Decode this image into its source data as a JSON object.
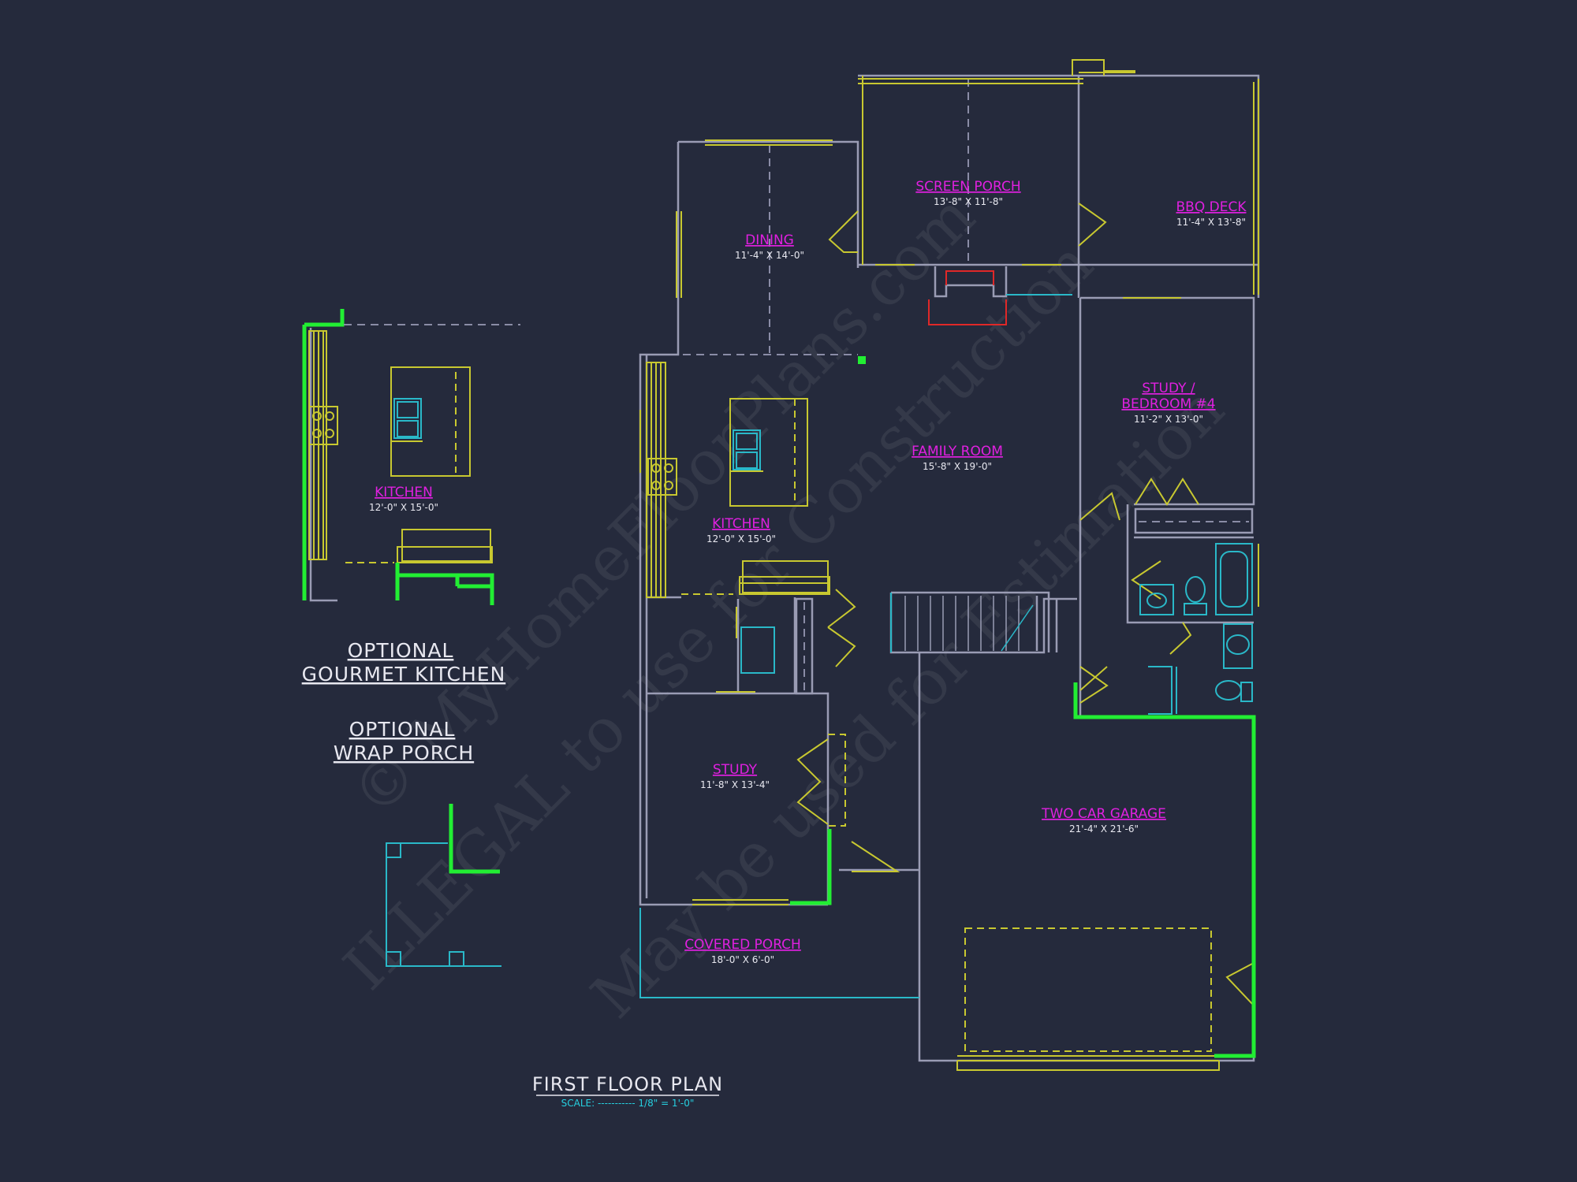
{
  "rooms": {
    "screen_porch": {
      "name": "SCREEN PORCH",
      "dims": "13'-8\" X 11'-8\""
    },
    "bbq_deck": {
      "name": "BBQ DECK",
      "dims": "11'-4\" X 13'-8\""
    },
    "dining": {
      "name": "DINING",
      "dims": "11'-4\" X 14'-0\""
    },
    "study_bedroom": {
      "name_line1": "STUDY /",
      "name_line2": "BEDROOM #4",
      "dims": "11'-2\" X 13'-0\""
    },
    "family_room": {
      "name": "FAMILY ROOM",
      "dims": "15'-8\" X 19'-0\""
    },
    "kitchen": {
      "name": "KITCHEN",
      "dims": "12'-0\" X 15'-0\""
    },
    "optional_kitchen": {
      "name": "KITCHEN",
      "dims": "12'-0\" X 15'-0\""
    },
    "study": {
      "name": "STUDY",
      "dims": "11'-8\" X 13'-4\""
    },
    "garage": {
      "name": "TWO CAR GARAGE",
      "dims": "21'-4\" X 21'-6\""
    },
    "covered_porch": {
      "name": "COVERED PORCH",
      "dims": "18'-0\" X 6'-0\""
    }
  },
  "notes": {
    "optional_kitchen_line1": "OPTIONAL",
    "optional_kitchen_line2": "GOURMET KITCHEN",
    "optional_porch_line1": "OPTIONAL",
    "optional_porch_line2": "WRAP PORCH"
  },
  "title": {
    "plan_title": "FIRST FLOOR PLAN",
    "scale": "SCALE: ----------- 1/8\" = 1'-0\""
  },
  "watermark": {
    "line1": "© MyHomeFloorPlans.com",
    "line2": "ILLEGAL to use for Construction",
    "line3": "May be used for Estimation"
  },
  "colors": {
    "background": "#252a3c",
    "walls": "#9a9cb4",
    "windows": "#c8c830",
    "new_walls": "#22ee33",
    "room_labels": "#e020e0",
    "fixtures": "#2ab8c8"
  }
}
